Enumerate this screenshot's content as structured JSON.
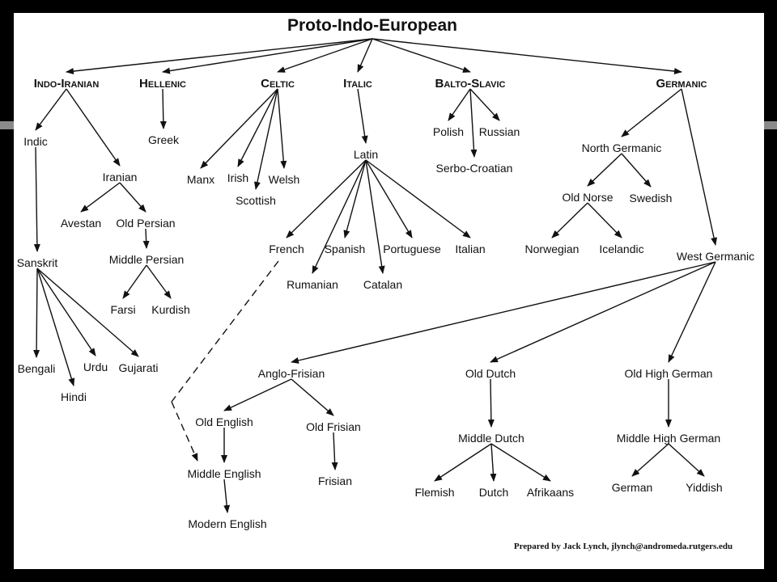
{
  "slide": {
    "bar_color": "#000000",
    "rule_color": "#8a8a8a",
    "panel_color": "#ffffff"
  },
  "diagram": {
    "title": "Proto-Indo-European",
    "credit": "Prepared by Jack Lynch, jlynch@andromeda.rutgers.edu",
    "branches": [
      {
        "id": "indo-iranian",
        "label": "Indo-Iranian"
      },
      {
        "id": "hellenic",
        "label": "Hellenic"
      },
      {
        "id": "celtic",
        "label": "Celtic"
      },
      {
        "id": "italic",
        "label": "Italic"
      },
      {
        "id": "balto-slavic",
        "label": "Balto-Slavic"
      },
      {
        "id": "germanic",
        "label": "Germanic"
      }
    ],
    "languages": [
      {
        "id": "indic",
        "label": "Indic"
      },
      {
        "id": "iranian",
        "label": "Iranian"
      },
      {
        "id": "avestan",
        "label": "Avestan"
      },
      {
        "id": "old-persian",
        "label": "Old Persian"
      },
      {
        "id": "middle-persian",
        "label": "Middle Persian"
      },
      {
        "id": "farsi",
        "label": "Farsi"
      },
      {
        "id": "kurdish",
        "label": "Kurdish"
      },
      {
        "id": "sanskrit",
        "label": "Sanskrit"
      },
      {
        "id": "bengali",
        "label": "Bengali"
      },
      {
        "id": "hindi",
        "label": "Hindi"
      },
      {
        "id": "urdu",
        "label": "Urdu"
      },
      {
        "id": "gujarati",
        "label": "Gujarati"
      },
      {
        "id": "greek",
        "label": "Greek"
      },
      {
        "id": "manx",
        "label": "Manx"
      },
      {
        "id": "irish",
        "label": "Irish"
      },
      {
        "id": "scottish",
        "label": "Scottish"
      },
      {
        "id": "welsh",
        "label": "Welsh"
      },
      {
        "id": "latin",
        "label": "Latin"
      },
      {
        "id": "french",
        "label": "French"
      },
      {
        "id": "spanish",
        "label": "Spanish"
      },
      {
        "id": "portuguese",
        "label": "Portuguese"
      },
      {
        "id": "italian",
        "label": "Italian"
      },
      {
        "id": "rumanian",
        "label": "Rumanian"
      },
      {
        "id": "catalan",
        "label": "Catalan"
      },
      {
        "id": "polish",
        "label": "Polish"
      },
      {
        "id": "russian",
        "label": "Russian"
      },
      {
        "id": "serbo-croatian",
        "label": "Serbo-Croatian"
      },
      {
        "id": "north-germanic",
        "label": "North Germanic"
      },
      {
        "id": "old-norse",
        "label": "Old Norse"
      },
      {
        "id": "swedish",
        "label": "Swedish"
      },
      {
        "id": "norwegian",
        "label": "Norwegian"
      },
      {
        "id": "icelandic",
        "label": "Icelandic"
      },
      {
        "id": "west-germanic",
        "label": "West Germanic"
      },
      {
        "id": "anglo-frisian",
        "label": "Anglo-Frisian"
      },
      {
        "id": "old-dutch",
        "label": "Old Dutch"
      },
      {
        "id": "old-high-german",
        "label": "Old High German"
      },
      {
        "id": "old-english",
        "label": "Old English"
      },
      {
        "id": "old-frisian",
        "label": "Old Frisian"
      },
      {
        "id": "middle-english",
        "label": "Middle English"
      },
      {
        "id": "frisian",
        "label": "Frisian"
      },
      {
        "id": "modern-english",
        "label": "Modern English"
      },
      {
        "id": "middle-dutch",
        "label": "Middle Dutch"
      },
      {
        "id": "flemish",
        "label": "Flemish"
      },
      {
        "id": "dutch",
        "label": "Dutch"
      },
      {
        "id": "afrikaans",
        "label": "Afrikaans"
      },
      {
        "id": "middle-high-german",
        "label": "Middle High German"
      },
      {
        "id": "german",
        "label": "German"
      },
      {
        "id": "yiddish",
        "label": "Yiddish"
      }
    ],
    "edges": [
      [
        "pie",
        "indo-iranian"
      ],
      [
        "pie",
        "hellenic"
      ],
      [
        "pie",
        "celtic"
      ],
      [
        "pie",
        "italic"
      ],
      [
        "pie",
        "balto-slavic"
      ],
      [
        "pie",
        "germanic"
      ],
      [
        "indo-iranian",
        "indic"
      ],
      [
        "indo-iranian",
        "iranian"
      ],
      [
        "iranian",
        "avestan"
      ],
      [
        "iranian",
        "old-persian"
      ],
      [
        "old-persian",
        "middle-persian"
      ],
      [
        "middle-persian",
        "farsi"
      ],
      [
        "middle-persian",
        "kurdish"
      ],
      [
        "indic",
        "sanskrit"
      ],
      [
        "sanskrit",
        "bengali"
      ],
      [
        "sanskrit",
        "hindi"
      ],
      [
        "sanskrit",
        "urdu"
      ],
      [
        "sanskrit",
        "gujarati"
      ],
      [
        "hellenic",
        "greek"
      ],
      [
        "celtic",
        "manx"
      ],
      [
        "celtic",
        "irish"
      ],
      [
        "celtic",
        "scottish"
      ],
      [
        "celtic",
        "welsh"
      ],
      [
        "italic",
        "latin"
      ],
      [
        "latin",
        "french"
      ],
      [
        "latin",
        "spanish"
      ],
      [
        "latin",
        "portuguese"
      ],
      [
        "latin",
        "italian"
      ],
      [
        "latin",
        "rumanian"
      ],
      [
        "latin",
        "catalan"
      ],
      [
        "balto-slavic",
        "polish"
      ],
      [
        "balto-slavic",
        "russian"
      ],
      [
        "balto-slavic",
        "serbo-croatian"
      ],
      [
        "germanic",
        "north-germanic"
      ],
      [
        "germanic",
        "west-germanic"
      ],
      [
        "north-germanic",
        "old-norse"
      ],
      [
        "north-germanic",
        "swedish"
      ],
      [
        "old-norse",
        "norwegian"
      ],
      [
        "old-norse",
        "icelandic"
      ],
      [
        "west-germanic",
        "anglo-frisian"
      ],
      [
        "west-germanic",
        "old-dutch"
      ],
      [
        "west-germanic",
        "old-high-german"
      ],
      [
        "anglo-frisian",
        "old-english"
      ],
      [
        "anglo-frisian",
        "old-frisian"
      ],
      [
        "old-english",
        "middle-english"
      ],
      [
        "old-frisian",
        "frisian"
      ],
      [
        "middle-english",
        "modern-english"
      ],
      [
        "old-dutch",
        "middle-dutch"
      ],
      [
        "middle-dutch",
        "flemish"
      ],
      [
        "middle-dutch",
        "dutch"
      ],
      [
        "middle-dutch",
        "afrikaans"
      ],
      [
        "old-high-german",
        "middle-high-german"
      ],
      [
        "middle-high-german",
        "german"
      ],
      [
        "middle-high-german",
        "yiddish"
      ],
      [
        "french",
        "middle-english",
        "dashed"
      ]
    ]
  }
}
